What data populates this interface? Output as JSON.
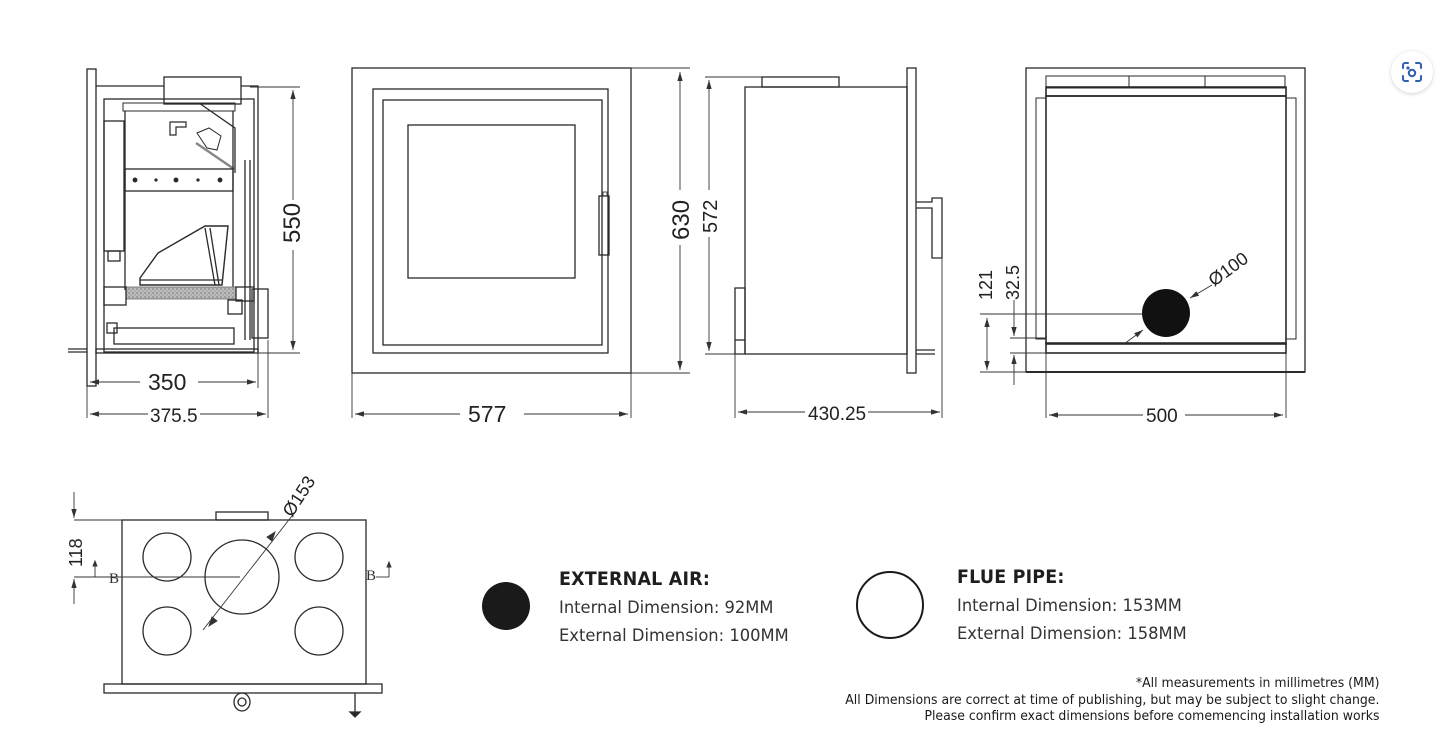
{
  "side_section_view": {
    "height_label": "550",
    "inner_width_label": "350",
    "outer_width_label": "375.5"
  },
  "front_view": {
    "height_label": "630",
    "width_label": "577"
  },
  "side_view": {
    "height_label": "572",
    "depth_label": "430.25"
  },
  "rear_view": {
    "width_label": "500",
    "air_inlet_diameter_label": "Ø100",
    "offset_121_label": "121",
    "offset_32_5_label": "32.5"
  },
  "top_view": {
    "flue_diameter_label": "Ø153",
    "offset_label": "118",
    "section_marker_left": "B",
    "section_marker_right": "B"
  },
  "legend": {
    "external_air": {
      "title": "EXTERNAL AIR:",
      "internal": "Internal Dimension: 92MM",
      "external": "External Dimension: 100MM",
      "swatch_color": "#1a1a1a"
    },
    "flue_pipe": {
      "title": "FLUE PIPE:",
      "internal": "Internal Dimension: 153MM",
      "external": "External Dimension: 158MM",
      "swatch_color": "#ffffff"
    }
  },
  "footnote": {
    "line1": "*All measurements in millimetres (MM)",
    "line2": "All Dimensions are correct at time of publishing, but may be subject to slight change.",
    "line3": "Please confirm exact dimensions before comemencing installation works"
  },
  "colors": {
    "line": "#2a2a2a",
    "background": "#ffffff",
    "lens_icon": "#2f5fb3"
  }
}
